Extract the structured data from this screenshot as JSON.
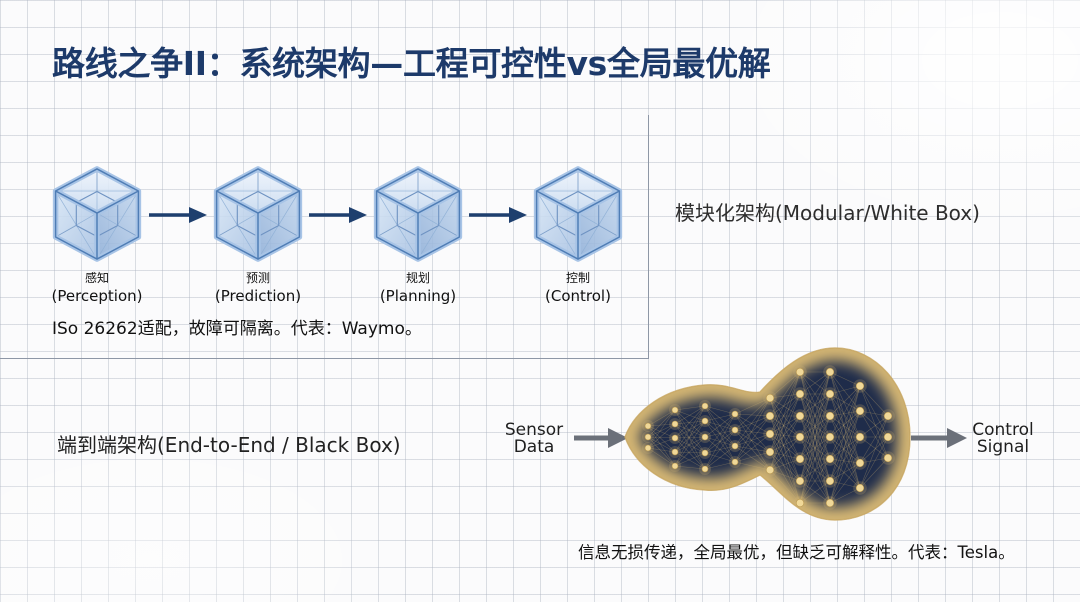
{
  "slide": {
    "title": "路线之争II：系统架构—工程可控性vs全局最优解"
  },
  "modular": {
    "heading": "模块化架构(Modular/White Box)",
    "stages": [
      {
        "zh": "感知",
        "en": "(Perception)",
        "icon": "glass-cube-icon"
      },
      {
        "zh": "预测",
        "en": "(Prediction)",
        "icon": "glass-cube-icon"
      },
      {
        "zh": "规划",
        "en": "(Planning)",
        "icon": "glass-cube-icon"
      },
      {
        "zh": "控制",
        "en": "(Control)",
        "icon": "glass-cube-icon"
      }
    ],
    "connector_icon": "right-arrow-icon",
    "note": "ISo 26262适配，故障可隔离。代表：Waymo。"
  },
  "end_to_end": {
    "heading": "端到端架构(End-to-End / Black Box)",
    "input": {
      "line1": "Sensor",
      "line2": "Data"
    },
    "model_icon": "neural-network-blob-icon",
    "output": {
      "line1": "Control",
      "line2": "Signal"
    },
    "connector_icon": "right-arrow-icon",
    "note": "信息无损传递，全局最优，但缺乏可解释性。代表：Tesla。"
  },
  "colors": {
    "title": "#1d3a6a",
    "flow_arrow": "#1e3f6e",
    "io_arrow": "#6b7079",
    "cube_edge": "#4f7db5",
    "blob_core": "#1f2c4a",
    "blob_edge": "#d6b773"
  }
}
